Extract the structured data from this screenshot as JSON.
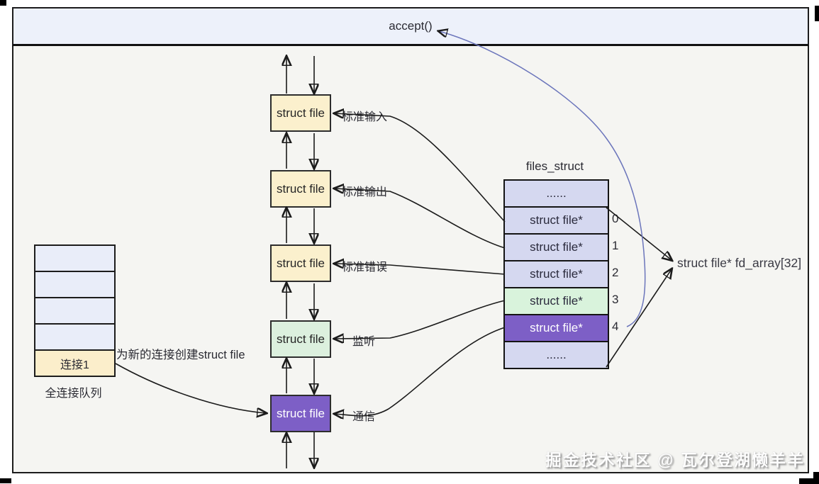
{
  "banner": {
    "accept_label": "accept()"
  },
  "chain": {
    "boxes": [
      {
        "label": "struct file",
        "annotation": "标准输入"
      },
      {
        "label": "struct file",
        "annotation": "标准输出"
      },
      {
        "label": "struct file",
        "annotation": "标准错误"
      },
      {
        "label": "struct file",
        "annotation": "监听"
      },
      {
        "label": "struct file",
        "annotation": "通信"
      }
    ]
  },
  "queue": {
    "rows": [
      "",
      "",
      "",
      "",
      "连接1"
    ],
    "caption": "全连接队列",
    "note": "为新的连接创建struct file"
  },
  "files_struct": {
    "title": "files_struct",
    "rows": [
      {
        "label": "......",
        "index": ""
      },
      {
        "label": "struct file*",
        "index": "0"
      },
      {
        "label": "struct file*",
        "index": "1"
      },
      {
        "label": "struct file*",
        "index": "2"
      },
      {
        "label": "struct file*",
        "index": "3"
      },
      {
        "label": "struct file*",
        "index": "4"
      },
      {
        "label": "......",
        "index": ""
      }
    ],
    "pointer_label": "struct file* fd_array[32]"
  },
  "watermark": "掘金技术社区 @ 瓦尔登湖懒羊羊",
  "colors": {
    "cream": "#FBF0CD",
    "green": "#DCF0DE",
    "purple": "#7D5FC6",
    "lavender-row": "#D5D8F0",
    "green-row": "#D9F3DC",
    "queue-lavender": "#E9EDF9",
    "queue-cream": "#FBEECB",
    "banner-bg": "#EDF1FA",
    "canvas-bg": "#F5F5F2",
    "line": "#1B1B1B",
    "accent-blue": "#6B75BB",
    "text": "#2B2B33"
  }
}
